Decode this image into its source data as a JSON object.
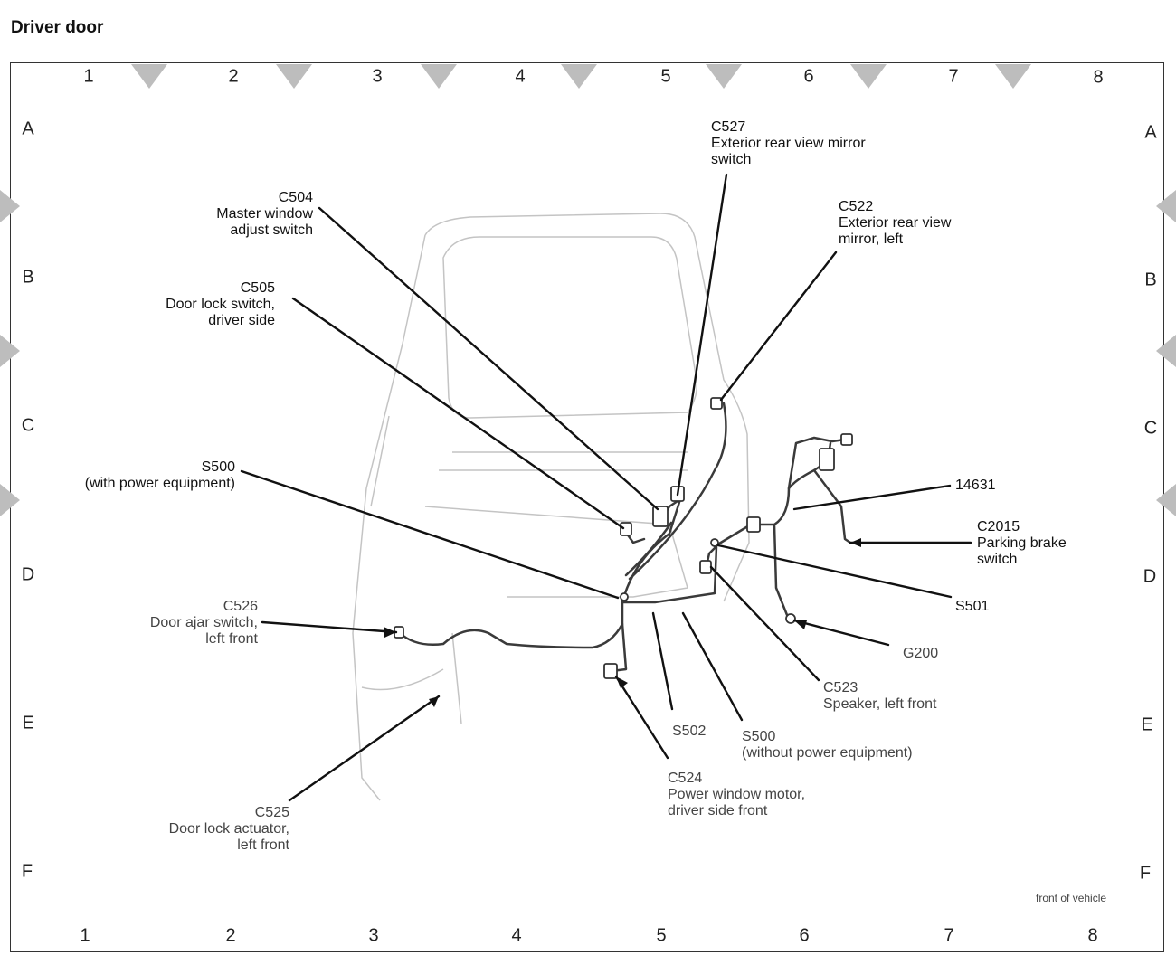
{
  "title": "Driver door",
  "grid": {
    "columns": [
      "1",
      "2",
      "3",
      "4",
      "5",
      "6",
      "7",
      "8"
    ],
    "rows": [
      "A",
      "B",
      "C",
      "D",
      "E",
      "F"
    ]
  },
  "callouts": {
    "c527": {
      "id": "C527",
      "lines": [
        "Exterior rear view mirror",
        "switch"
      ]
    },
    "c504": {
      "id": "C504",
      "lines": [
        "Master window",
        "adjust switch"
      ]
    },
    "c522": {
      "id": "C522",
      "lines": [
        "Exterior rear view",
        "mirror, left"
      ]
    },
    "c505": {
      "id": "C505",
      "lines": [
        "Door lock switch,",
        "driver side"
      ]
    },
    "s500a": {
      "id": "S500",
      "lines": [
        "(with power equipment)"
      ]
    },
    "p14631": {
      "id": "14631",
      "lines": []
    },
    "c2015": {
      "id": "C2015",
      "lines": [
        "Parking brake",
        "switch"
      ]
    },
    "s501": {
      "id": "S501",
      "lines": []
    },
    "c526": {
      "id": "C526",
      "lines": [
        "Door ajar switch,",
        "left front"
      ]
    },
    "g200": {
      "id": "G200",
      "lines": []
    },
    "c523": {
      "id": "C523",
      "lines": [
        "Speaker, left front"
      ]
    },
    "s502": {
      "id": "S502",
      "lines": []
    },
    "s500b": {
      "id": "S500",
      "lines": [
        "(without power equipment)"
      ]
    },
    "c524": {
      "id": "C524",
      "lines": [
        "Power window motor,",
        "driver side front"
      ]
    },
    "c525": {
      "id": "C525",
      "lines": [
        "Door lock actuator,",
        "left front"
      ]
    }
  },
  "footnote": "front of vehicle"
}
